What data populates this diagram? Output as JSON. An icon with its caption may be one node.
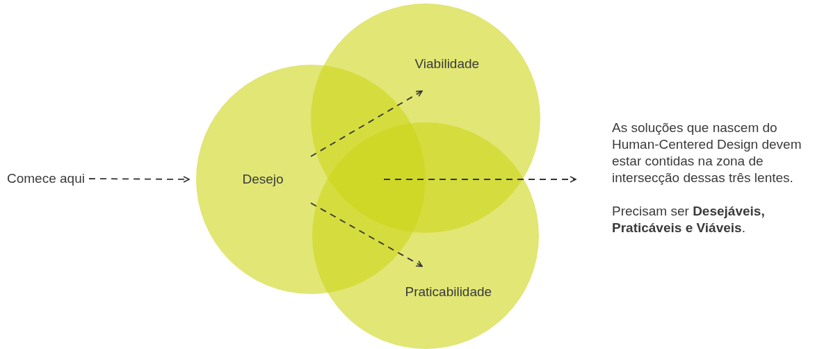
{
  "diagram": {
    "nodes": [
      {
        "text": [
          "Comece aqui"
        ]
      },
      {
        "text": [
          "Desejo"
        ]
      },
      {
        "text": [
          "Viabilidade"
        ]
      },
      {
        "text": [
          "Praticabilidade"
        ]
      },
      {
        "text": [
          "As soluções que nascem do Human-Centered Design devem estar contidas na zona de intersecção dessas três lentes.",
          "Precisam ser **Desejáveis, Praticáveis e Viáveis**."
        ]
      }
    ],
    "edges": [
      {
        "from": 0,
        "to": 1,
        "arrow": "to",
        "style": "dashed"
      },
      {
        "from": 1,
        "to": 2,
        "arrow": "to",
        "style": "dashed"
      },
      {
        "from": 1,
        "to": 3,
        "arrow": "to",
        "style": "dashed"
      },
      {
        "from": null,
        "to": 4,
        "arrow": "to",
        "style": "dashed"
      }
    ]
  }
}
